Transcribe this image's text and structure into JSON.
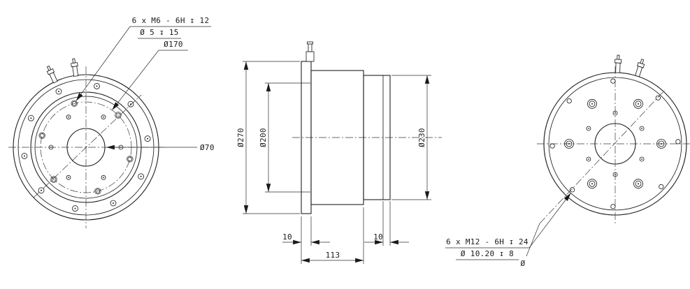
{
  "colors": {
    "background": "#ffffff",
    "ink": "#1a1a1a"
  },
  "drawing": {
    "front": {
      "thread_note": "6 x M6 - 6H ↧ 12",
      "drill_note": "Ø 5 ↧ 15",
      "bolt_circle_dia": "Ø170",
      "bore_dia": "Ø70"
    },
    "side": {
      "flange_dia": "Ø270",
      "inner_dia": "Ø200",
      "rear_dia": "Ø230",
      "flange_width": "10",
      "lip_width": "10",
      "body_length": "113"
    },
    "rear": {
      "thread_note": "6 x M12 - 6H ↧ 24",
      "drill_note": "Ø 10.20 ↧ 8",
      "dia_note": "Ø"
    }
  }
}
